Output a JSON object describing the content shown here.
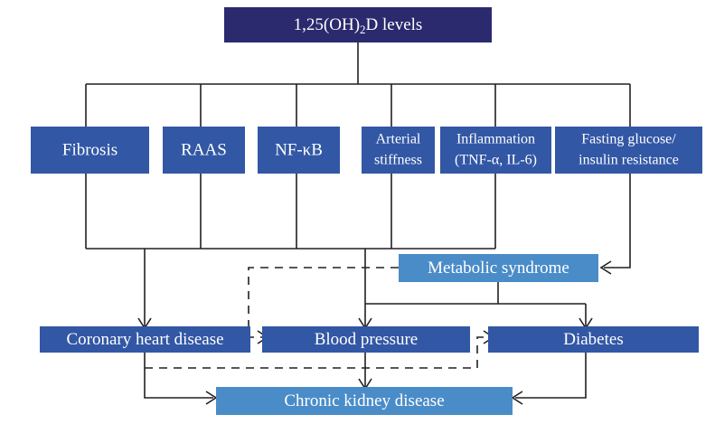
{
  "diagram": {
    "title_box": {
      "id": "vitamin-d-levels",
      "label_main": "1,25(OH)",
      "label_sub": "2",
      "label_tail": "D levels",
      "full_label": "1,25(OH)2D levels",
      "color": "#2b2a6e"
    },
    "colors": {
      "dark_navy": "#2b2a6e",
      "medium_blue": "#3257a5",
      "light_blue": "#4a8cc8",
      "line": "#231f20",
      "text": "#ffffff",
      "background": "#ffffff"
    },
    "mechanism_boxes": [
      {
        "id": "fibrosis",
        "lines": [
          "Fibrosis"
        ],
        "color": "#3257a5"
      },
      {
        "id": "raas",
        "lines": [
          "RAAS"
        ],
        "color": "#3257a5"
      },
      {
        "id": "nf-kb",
        "lines": [
          "NF-κB"
        ],
        "color": "#3257a5"
      },
      {
        "id": "arterial-stiffness",
        "lines": [
          "Arterial",
          "stiffness"
        ],
        "color": "#3257a5"
      },
      {
        "id": "inflammation",
        "lines": [
          "Inflammation",
          "(TNF-α, IL-6)"
        ],
        "color": "#3257a5"
      },
      {
        "id": "fasting-glucose",
        "lines": [
          "Fasting glucose/",
          "insulin resistance"
        ],
        "color": "#3257a5"
      }
    ],
    "intermediate_boxes": [
      {
        "id": "metabolic-syndrome",
        "lines": [
          "Metabolic syndrome"
        ],
        "color": "#4a8cc8"
      }
    ],
    "outcome_boxes": [
      {
        "id": "coronary-heart-disease",
        "lines": [
          "Coronary heart disease"
        ],
        "color": "#3257a5"
      },
      {
        "id": "blood-pressure",
        "lines": [
          "Blood pressure"
        ],
        "color": "#3257a5"
      },
      {
        "id": "diabetes",
        "lines": [
          "Diabetes"
        ],
        "color": "#3257a5"
      }
    ],
    "terminal_boxes": [
      {
        "id": "chronic-kidney-disease",
        "lines": [
          "Chronic kidney disease"
        ],
        "color": "#4a8cc8"
      }
    ]
  }
}
